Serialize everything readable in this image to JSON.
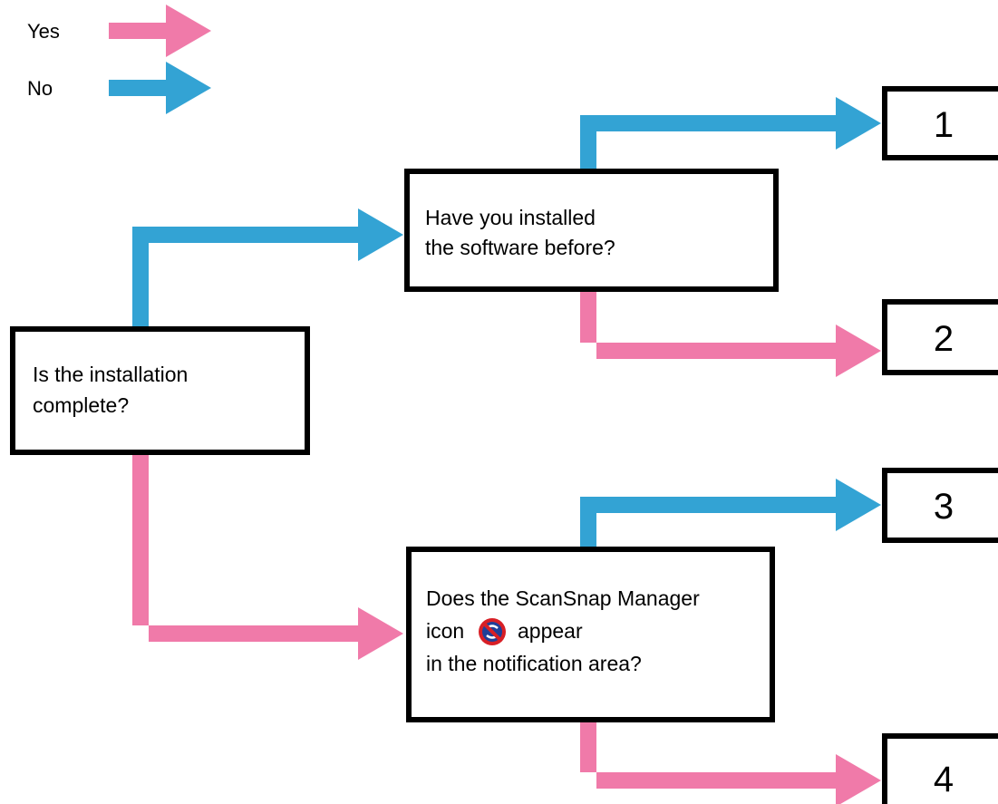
{
  "colors": {
    "yes": "#f07aa9",
    "no": "#33a3d4",
    "box_border": "#000000",
    "scansnap_icon_bg": "#1f3f99",
    "scansnap_icon_ring": "#d81f26"
  },
  "legend": {
    "yes_label": "Yes",
    "no_label": "No"
  },
  "questions": {
    "installation": {
      "line1": "Is the installation",
      "line2": "complete?"
    },
    "installed_before": {
      "line1": "Have you installed",
      "line2": "the software before?"
    },
    "icon_appear": {
      "line1": "Does the ScanSnap Manager",
      "line2_before_icon": "icon",
      "line2_after_icon": "appear",
      "line3": "in the notification area?",
      "icon": "scansnap-manager-icon"
    }
  },
  "outcomes": [
    "1",
    "2",
    "3",
    "4"
  ]
}
